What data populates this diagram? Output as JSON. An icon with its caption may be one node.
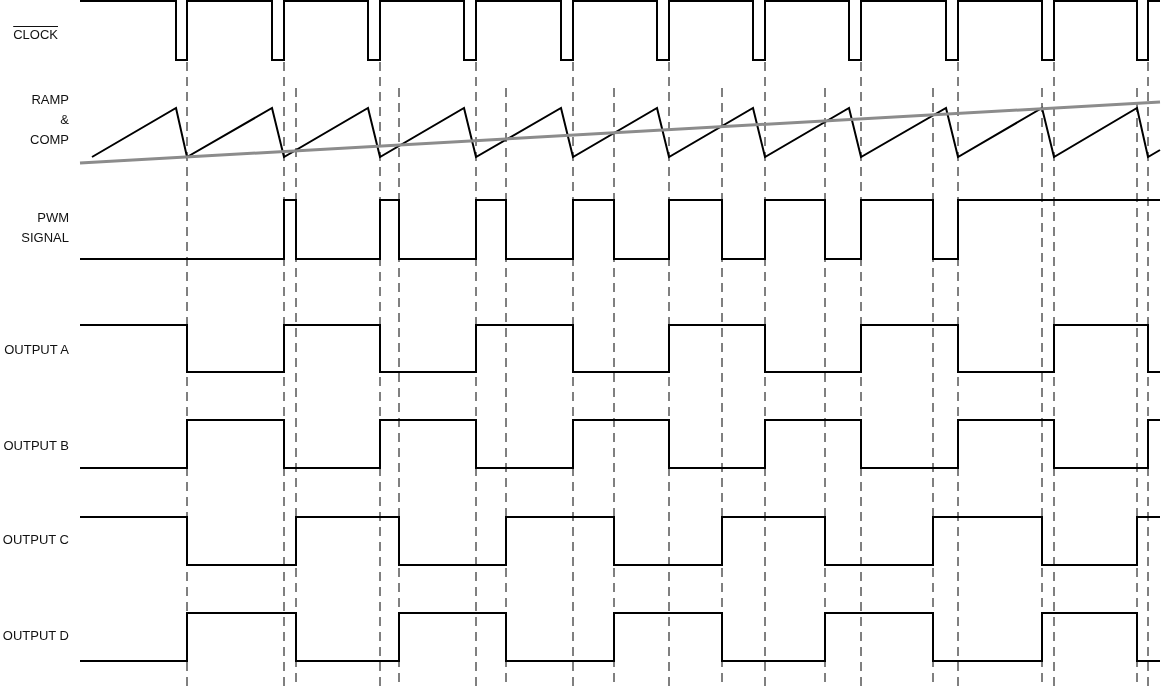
{
  "diagram": {
    "labels": [
      "CLOCK",
      "RAMP & COMP",
      "PWM SIGNAL",
      "OUTPUT A",
      "OUTPUT B",
      "OUTPUT C",
      "OUTPUT D"
    ]
  }
}
